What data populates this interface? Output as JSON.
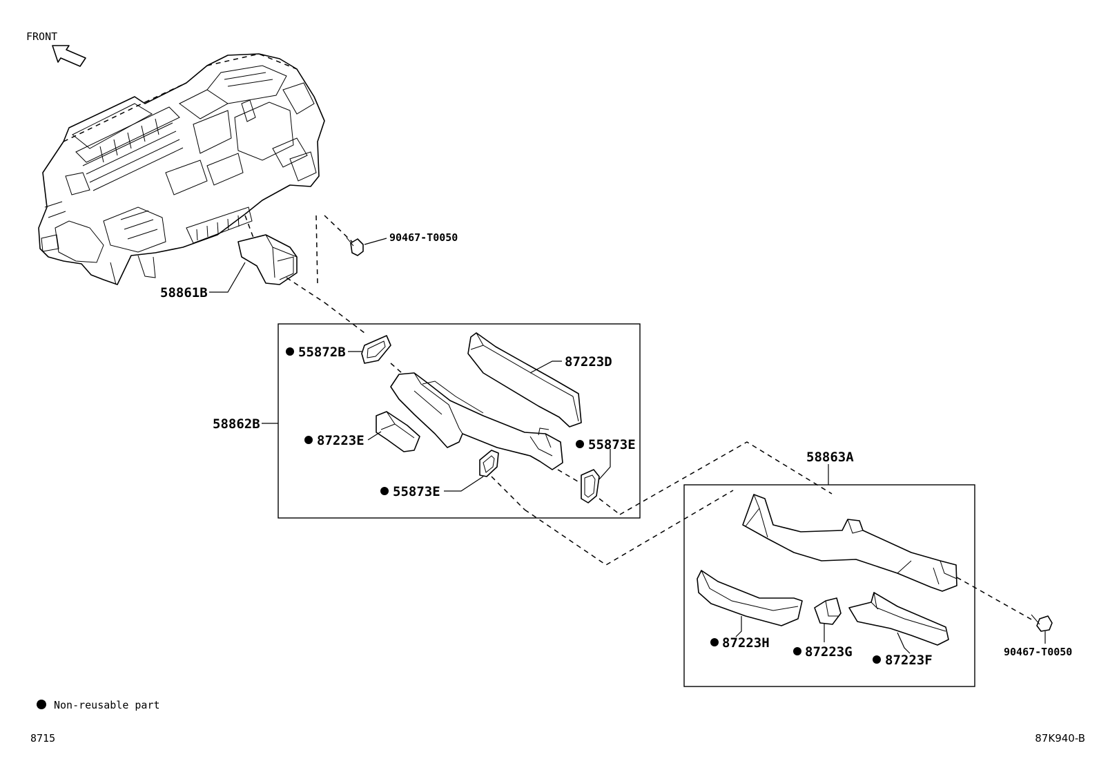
{
  "diagram": {
    "front_label": "FRONT",
    "labels": {
      "bolt_top": "90467-T0050",
      "duct_58861B": "58861B",
      "seal_55872B": "55872B",
      "duct_87223D": "87223D",
      "duct_58862B": "58862B",
      "duct_87223E": "87223E",
      "seal_55873E_right": "55873E",
      "seal_55873E_left": "55873E",
      "duct_58863A": "58863A",
      "duct_87223H": "87223H",
      "duct_87223G": "87223G",
      "duct_87223F": "87223F",
      "bolt_right": "90467-T0050"
    },
    "legend_text": "Non-reusable part",
    "page_code": "8715",
    "diagram_code": "87K940-B"
  }
}
